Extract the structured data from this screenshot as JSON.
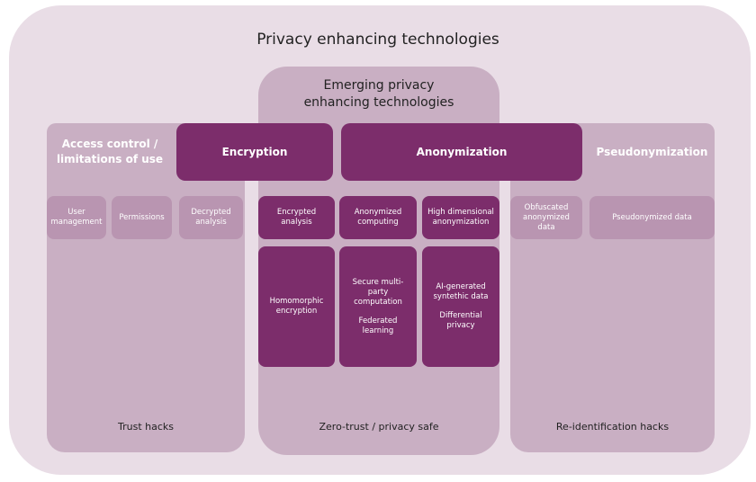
{
  "title": "Privacy enhancing technologies",
  "emerging_title_line1": "Emerging privacy",
  "emerging_title_line2": "enhancing technologies",
  "headers": {
    "access_control_line1": "Access control /",
    "access_control_line2": "limitations of use",
    "encryption": "Encryption",
    "anonymization": "Anonymization",
    "pseudonymization": "Pseudonymization"
  },
  "boxes": {
    "user_management_line1": "User",
    "user_management_line2": "management",
    "permissions": "Permissions",
    "decrypted_analysis_line1": "Decrypted",
    "decrypted_analysis_line2": "analysis",
    "encrypted_analysis": "Encrypted analysis",
    "anonymized_computing_line1": "Anonymized",
    "anonymized_computing_line2": "computing",
    "high_dim_line1": "High dimensional",
    "high_dim_line2": "anonymization",
    "obfuscated_line1": "Obfuscated",
    "obfuscated_line2": "anonymized data",
    "pseudonymized_data": "Pseudonymized data",
    "homomorphic_line1": "Homomorphic",
    "homomorphic_line2": "encryption",
    "smpc_line1": "Secure multi-party",
    "smpc_line2": "computation",
    "federated_learning": "Federated learning",
    "ai_generated_line1": "AI-generated",
    "ai_generated_line2": "syntethic data",
    "differential_privacy": "Differential privacy"
  },
  "footers": {
    "trust_hacks": "Trust hacks",
    "zero_trust": "Zero-trust / privacy safe",
    "reidentification_hacks": "Re-identification hacks"
  },
  "colors": {
    "outer_background": "#e9dde6",
    "column": "#c9afc3",
    "light_box": "#b995b1",
    "dark_accent": "#7c2d6b"
  }
}
